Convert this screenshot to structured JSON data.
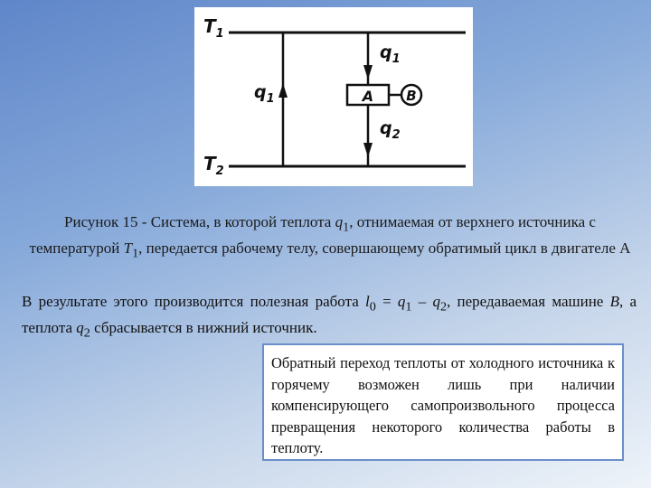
{
  "diagram": {
    "t1_label": "T",
    "t1_sub": "1",
    "t2_label": "T",
    "t2_sub": "2",
    "q1_left_label": "q",
    "q1_left_sub": "1",
    "q1_right_label": "q",
    "q1_right_sub": "1",
    "q2_label": "q",
    "q2_sub": "2",
    "engine_label": "A",
    "machine_label": "B"
  },
  "caption": {
    "part1": "Рисунок 15 - Система, в которой теплота ",
    "q1": "q",
    "q1_sub": "1",
    "part2": ", отнимаемая от верхнего источника с температурой  ",
    "t1": "T",
    "t1_sub": "1",
    "part3": ", передается рабочему телу, совершающему обратимый цикл в двигателе А"
  },
  "paragraph": {
    "part1": "В результате этого производится полезная работа ",
    "l0": "l",
    "l0_sub": "0",
    "eq": " = ",
    "q1": "q",
    "q1_sub": "1",
    "minus": " – ",
    "q2": "q",
    "q2_sub": "2",
    "part2": ", передаваемая машине ",
    "b": "B",
    "part3": ", а теплота ",
    "q2b": "q",
    "q2b_sub": "2",
    "part4": " сбрасывается в нижний источник."
  },
  "note": {
    "text": "Обратный переход теплоты от холодного источника к горячему возможен лишь при наличии компенсирующего самопроизвольного процесса превращения некоторого количества работы в теплоту."
  }
}
